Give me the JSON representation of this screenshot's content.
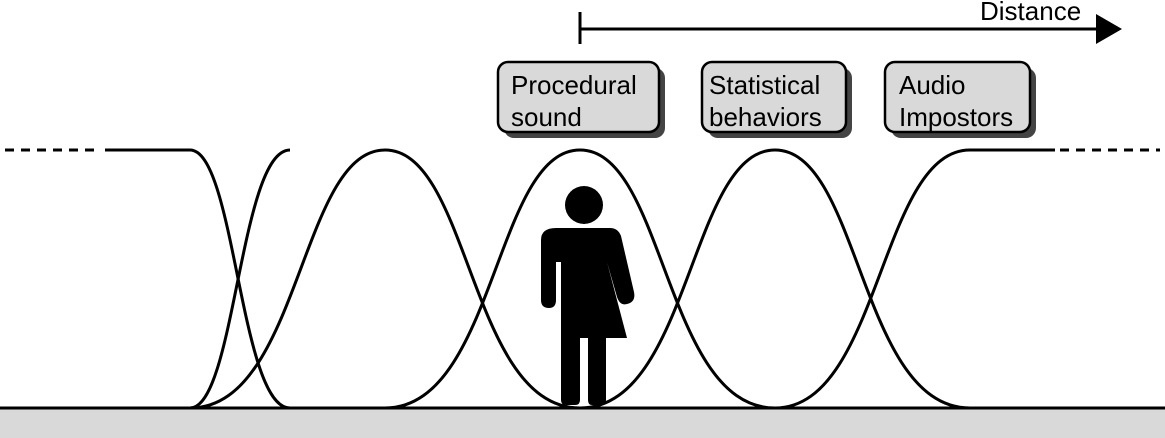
{
  "diagram": {
    "distance_label": "Distance",
    "boxes": [
      {
        "line1": "Procedural",
        "line2": "sound"
      },
      {
        "line1": "Statistical",
        "line2": "behaviors"
      },
      {
        "line1": "Audio",
        "line2": "Impostors"
      }
    ],
    "icons": {
      "person": "person-icon",
      "arrow": "distance-arrow-icon"
    },
    "colors": {
      "box_fill": "#d9d9d9",
      "box_shadow": "#444444",
      "ground_fill": "#d9d9d9",
      "stroke": "#000000"
    }
  }
}
